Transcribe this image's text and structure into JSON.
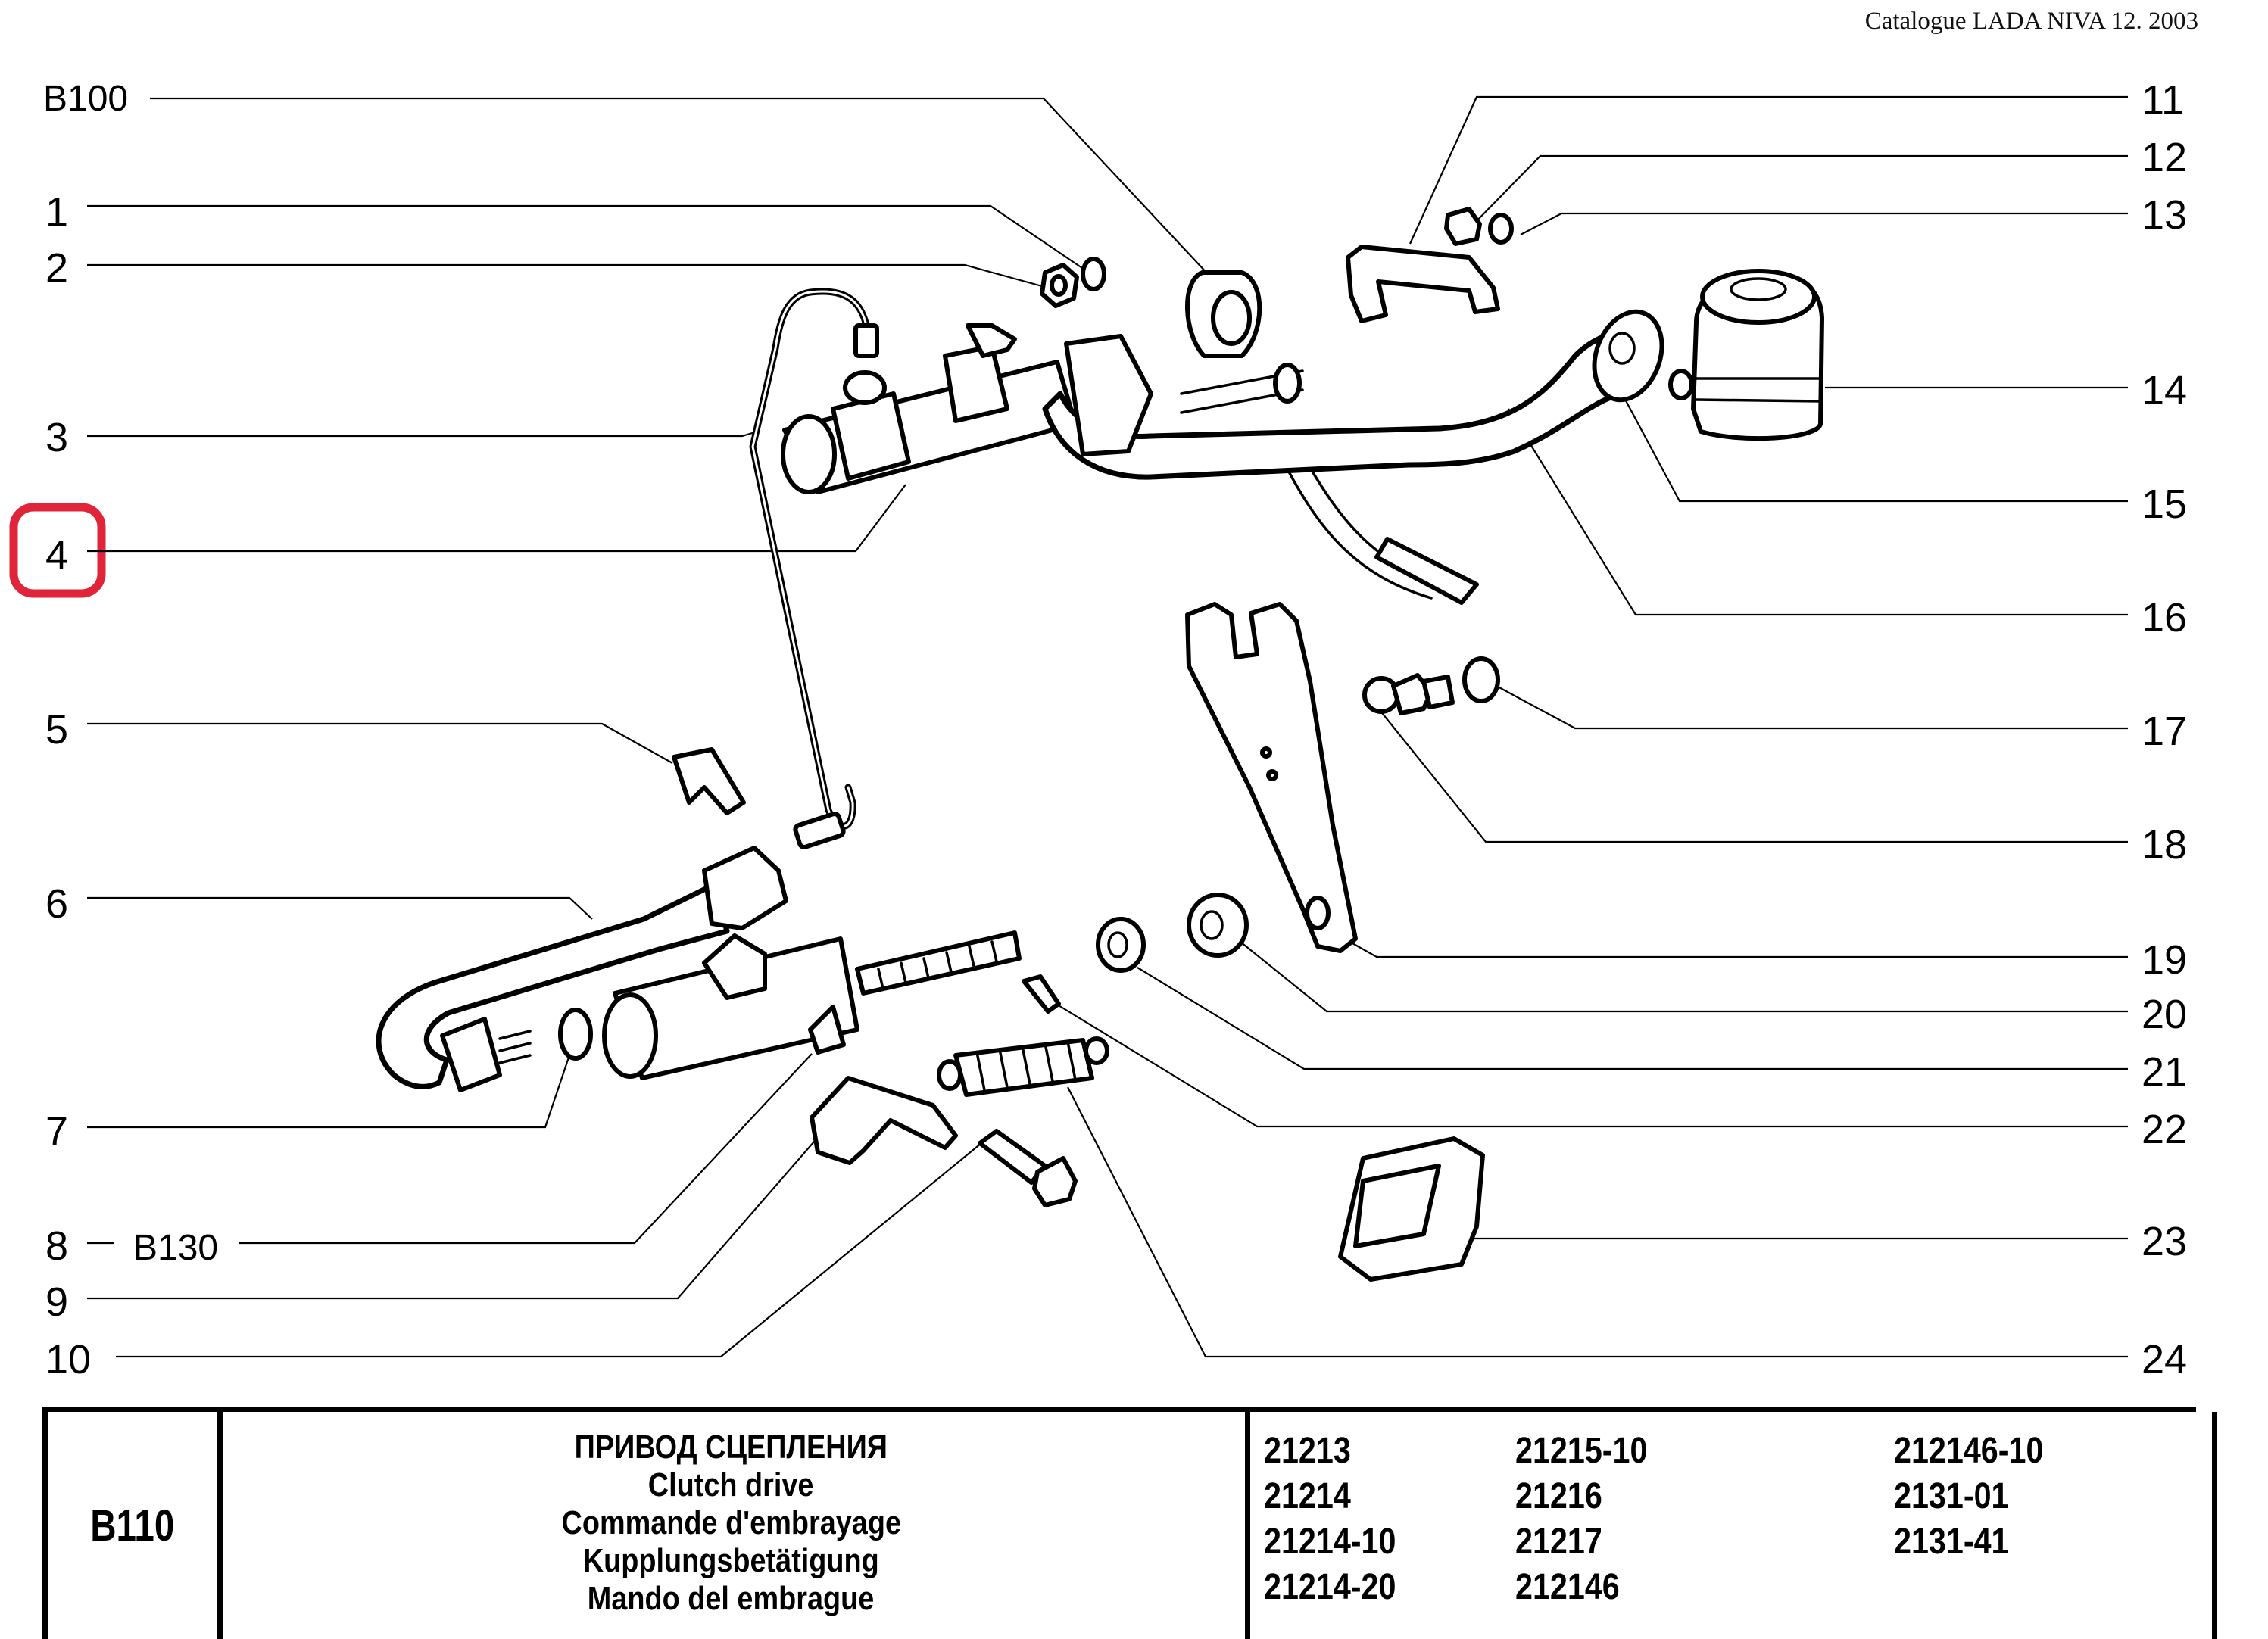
{
  "header": {
    "catalogue": "Catalogue LADA NIVA 12. 2003"
  },
  "diagram": {
    "highlighted_callout": "4",
    "highlight_color": "#e0243a",
    "left_callouts": [
      {
        "label": "B100",
        "kind": "reference"
      },
      {
        "label": "1"
      },
      {
        "label": "2"
      },
      {
        "label": "3"
      },
      {
        "label": "4"
      },
      {
        "label": "5"
      },
      {
        "label": "6"
      },
      {
        "label": "7"
      },
      {
        "label": "8"
      },
      {
        "label": "B130",
        "kind": "reference"
      },
      {
        "label": "9"
      },
      {
        "label": "10"
      }
    ],
    "right_callouts": [
      {
        "label": "11"
      },
      {
        "label": "12"
      },
      {
        "label": "13"
      },
      {
        "label": "14"
      },
      {
        "label": "15"
      },
      {
        "label": "16"
      },
      {
        "label": "17"
      },
      {
        "label": "18"
      },
      {
        "label": "19"
      },
      {
        "label": "20"
      },
      {
        "label": "21"
      },
      {
        "label": "22"
      },
      {
        "label": "23"
      },
      {
        "label": "24"
      }
    ],
    "parts": [
      "clutch-master-cylinder",
      "brake-pipe",
      "hose-clamp",
      "flexible-hose",
      "slave-cylinder",
      "pushrod",
      "return-spring",
      "spring-bracket",
      "bolt",
      "fluid-reservoir",
      "reservoir-hose",
      "hose-bracket",
      "release-fork",
      "ball-stud",
      "fork-boot",
      "nut",
      "washer",
      "cotter-pin",
      "pedal-assembly"
    ]
  },
  "titleblock": {
    "code": "B110",
    "titles": [
      "ПРИВОД СЦЕПЛЕНИЯ",
      "Clutch drive",
      "Commande d'embrayage",
      "Kupplungsbetätigung",
      "Mando del embrague"
    ],
    "models": [
      [
        "21213",
        "21214",
        "21214-10",
        "21214-20"
      ],
      [
        "21215-10",
        "21216",
        "21217",
        "212146"
      ],
      [
        "212146-10",
        "2131-01",
        "2131-41"
      ]
    ]
  }
}
